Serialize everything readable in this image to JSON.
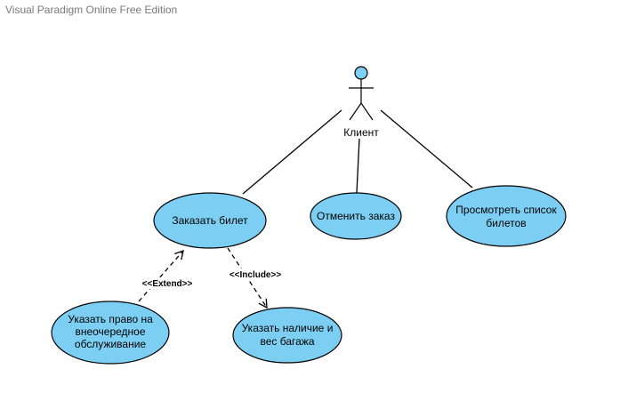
{
  "watermark": "Visual Paradigm Online Free Edition",
  "colors": {
    "usecase_fill": "#7ccff3",
    "stroke": "#000000",
    "actor_head_fill": "#7ccff3",
    "label_bg": "#ffffff"
  },
  "actor": {
    "name": "Клиент"
  },
  "usecases": {
    "order": {
      "line1": "Заказать билет"
    },
    "cancel": {
      "line1": "Отменить заказ"
    },
    "view": {
      "line1": "Просмотреть список",
      "line2": "билетов"
    },
    "priority": {
      "line1": "Указать право на",
      "line2": "внеочередное",
      "line3": "обслуживание"
    },
    "baggage": {
      "line1": "Указать наличие и",
      "line2": "вес багажа"
    }
  },
  "relations": {
    "extend_label": "<<Extend>>",
    "include_label": "<<Include>>"
  }
}
